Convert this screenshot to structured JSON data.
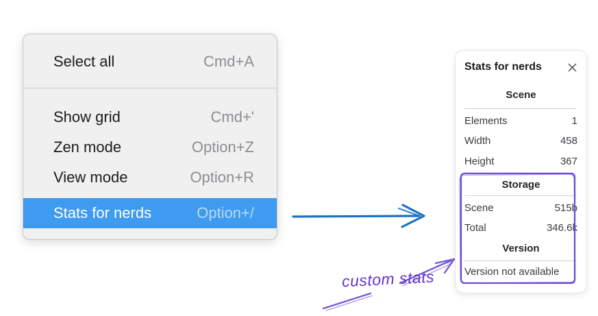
{
  "context_menu": {
    "items": [
      {
        "label": "Select all",
        "shortcut": "Cmd+A",
        "highlighted": false
      },
      {
        "label": "Show grid",
        "shortcut": "Cmd+'",
        "highlighted": false
      },
      {
        "label": "Zen mode",
        "shortcut": "Option+Z",
        "highlighted": false
      },
      {
        "label": "View mode",
        "shortcut": "Option+R",
        "highlighted": false
      },
      {
        "label": "Stats for nerds",
        "shortcut": "Option+/",
        "highlighted": true
      }
    ]
  },
  "stats_panel": {
    "title": "Stats for nerds",
    "sections": [
      {
        "header": "Scene",
        "rows": [
          {
            "label": "Elements",
            "value": "1"
          },
          {
            "label": "Width",
            "value": "458"
          },
          {
            "label": "Height",
            "value": "367"
          }
        ]
      },
      {
        "header": "Storage",
        "rows": [
          {
            "label": "Scene",
            "value": "515b"
          },
          {
            "label": "Total",
            "value": "346.6k"
          }
        ]
      },
      {
        "header": "Version",
        "note": "Version not available"
      }
    ]
  },
  "annotation": {
    "label": "custom stats"
  },
  "colors": {
    "menu_highlight": "#3e9bf0",
    "menu_background": "#f0f0f1",
    "arrow_blue": "#1971c2",
    "annotation_purple": "#6741d9"
  }
}
